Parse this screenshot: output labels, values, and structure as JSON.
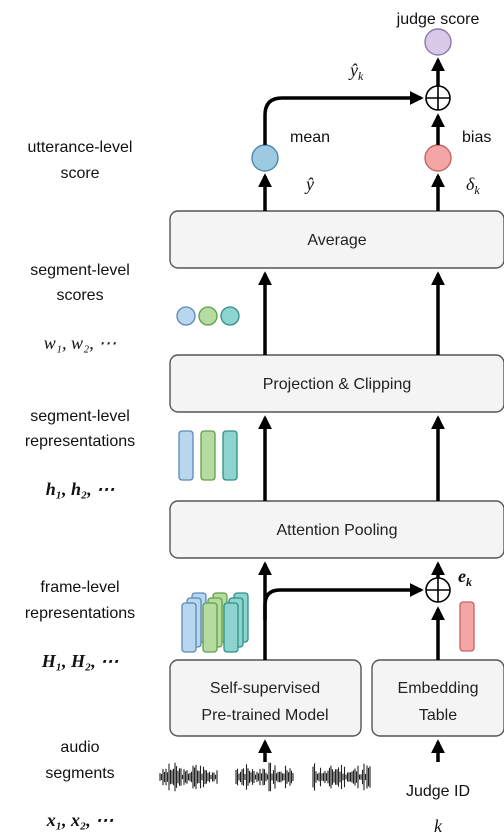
{
  "top": {
    "judge_score": "judge score",
    "y_hat_k": "ŷ",
    "y_hat_k_sub": "k",
    "mean": "mean",
    "bias": "bias",
    "y_hat": "ŷ",
    "delta_k": "δ",
    "delta_k_sub": "k"
  },
  "left_labels": {
    "utterance_line1": "utterance-level",
    "utterance_line2": "score",
    "segscores_line1": "segment-level",
    "segscores_line2": "scores",
    "segscores_math": "w₁, w₂, ⋯",
    "segrep_line1": "segment-level",
    "segrep_line2": "representations",
    "segrep_math": "h₁, h₂, ⋯",
    "frame_line1": "frame-level",
    "frame_line2": "representations",
    "frame_math": "H₁, H₂, ⋯",
    "audio_line1": "audio",
    "audio_line2": "segments",
    "audio_math": "x₁, x₂, ⋯"
  },
  "boxes": {
    "average": "Average",
    "projection": "Projection & Clipping",
    "attention": "Attention Pooling",
    "ssl_line1": "Self-supervised",
    "ssl_line2": "Pre-trained Model",
    "emb_line1": "Embedding",
    "emb_line2": "Table"
  },
  "right": {
    "e_k": "e",
    "e_k_sub": "k",
    "judge_id": "Judge ID",
    "k": "k"
  },
  "colors": {
    "blue": "#9ecae1",
    "green": "#b6dba0",
    "teal": "#8fd3cf",
    "red": "#f4a6a6",
    "purple": "#d9c8e8",
    "box_fill": "#f4f4f4"
  }
}
